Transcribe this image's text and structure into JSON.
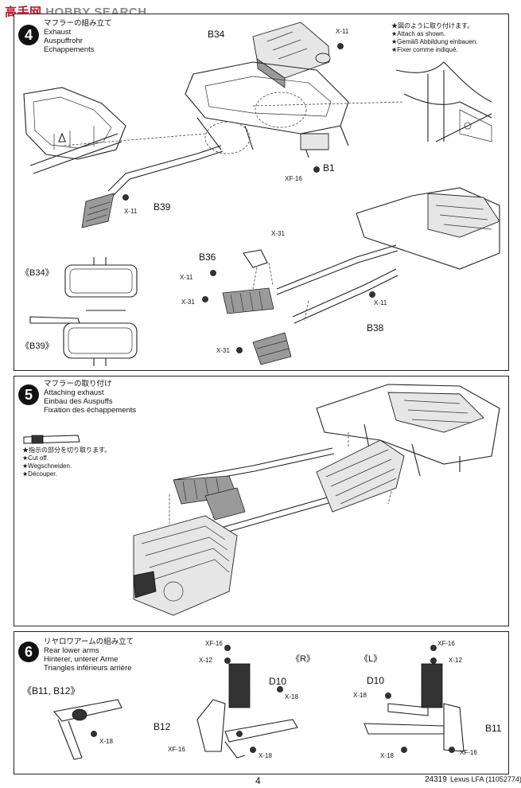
{
  "watermark": {
    "brand_cn": "高手网",
    "brand_en": "HOBBY SEARCH"
  },
  "step4": {
    "number": "4",
    "title_jp": "マフラーの組み立て",
    "title_en": "Exhaust",
    "title_de": "Auspuffrohr",
    "title_fr": "Echappements",
    "note": [
      "★図のように取り付けます。",
      "★Attach as shown.",
      "★Gemäß Abbildung einbauen.",
      "★Fixer comme indiqué."
    ],
    "labels": {
      "b34": "B34",
      "x11_top": "X-11",
      "b1": "B1",
      "xf16": "XF-16",
      "x11_left": "X-11",
      "b39": "B39",
      "x31_top": "X-31",
      "b36": "B36",
      "x11_mid": "X-11",
      "x31_mid": "X-31",
      "x11_right": "X-11",
      "b38": "B38",
      "x31_bottom": "X-31",
      "b34_ref": "《B34》",
      "b39_ref": "《B39》"
    }
  },
  "step5": {
    "number": "5",
    "title_jp": "マフラーの取り付け",
    "title_en": "Attaching exhaust",
    "title_de": "Einbau des Auspuffs",
    "title_fr": "Fixation des échappements",
    "note": [
      "★指示の部分を切り取ります。",
      "★Cut off.",
      "★Wegschneiden.",
      "★Découper."
    ]
  },
  "step6": {
    "number": "6",
    "title_jp": "リヤロワアームの組み立て",
    "title_en": "Rear lower arms",
    "title_de": "Hinterer, unterer Arme",
    "title_fr": "Triangles inférieurs arrière",
    "ref": "《B11, B12》",
    "r_label": "《R》",
    "l_label": "《L》",
    "labels": {
      "x18_ref": "X-18",
      "r_xf16_top": "XF-16",
      "r_x12": "X-12",
      "r_d10": "D10",
      "r_x18_a": "X-18",
      "r_b12": "B12",
      "r_xf16_bottom": "XF-16",
      "r_x18_b": "X-18",
      "l_xf16_top": "XF-16",
      "l_x12": "X-12",
      "l_d10": "D10",
      "l_x18_a": "X-18",
      "l_b11": "B11",
      "l_xf16_bottom": "XF-16",
      "l_x18_b": "X-18"
    }
  },
  "footer": {
    "page": "4",
    "code": "24319",
    "model": "Lexus LFA (11052774)"
  }
}
